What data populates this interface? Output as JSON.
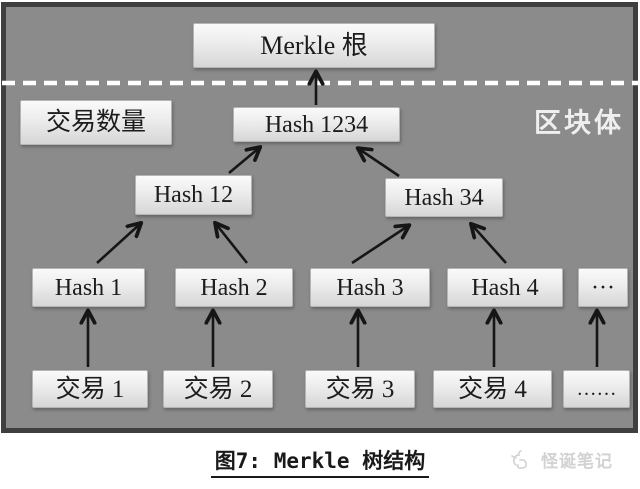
{
  "colors": {
    "panel_bg": "#8b8b8b",
    "panel_border": "#3f3f3f",
    "box_bg_top": "#fafafa",
    "box_bg_bottom": "#d6d6d6",
    "box_text": "#1c1c1c",
    "dashed_separator": "#ffffff",
    "block_body_text": "#efefef",
    "arrow": "#161616",
    "caption_text": "#1a1a1a",
    "watermark_text": "#d2d2d2"
  },
  "diagram": {
    "root": "Merkle 根",
    "tx_count": "交易数量",
    "block_body": "区块体",
    "hash_root": "Hash 1234",
    "hash_pairs": [
      "Hash 12",
      "Hash 34"
    ],
    "hash_leaves": [
      "Hash 1",
      "Hash 2",
      "Hash 3",
      "Hash 4",
      "···"
    ],
    "transactions": [
      "交易 1",
      "交易 2",
      "交易 3",
      "交易 4",
      "……"
    ]
  },
  "caption": {
    "text": "图7: Merkle 树结构"
  },
  "watermark": {
    "icon": "creature-logo-icon",
    "text": "怪诞笔记"
  }
}
